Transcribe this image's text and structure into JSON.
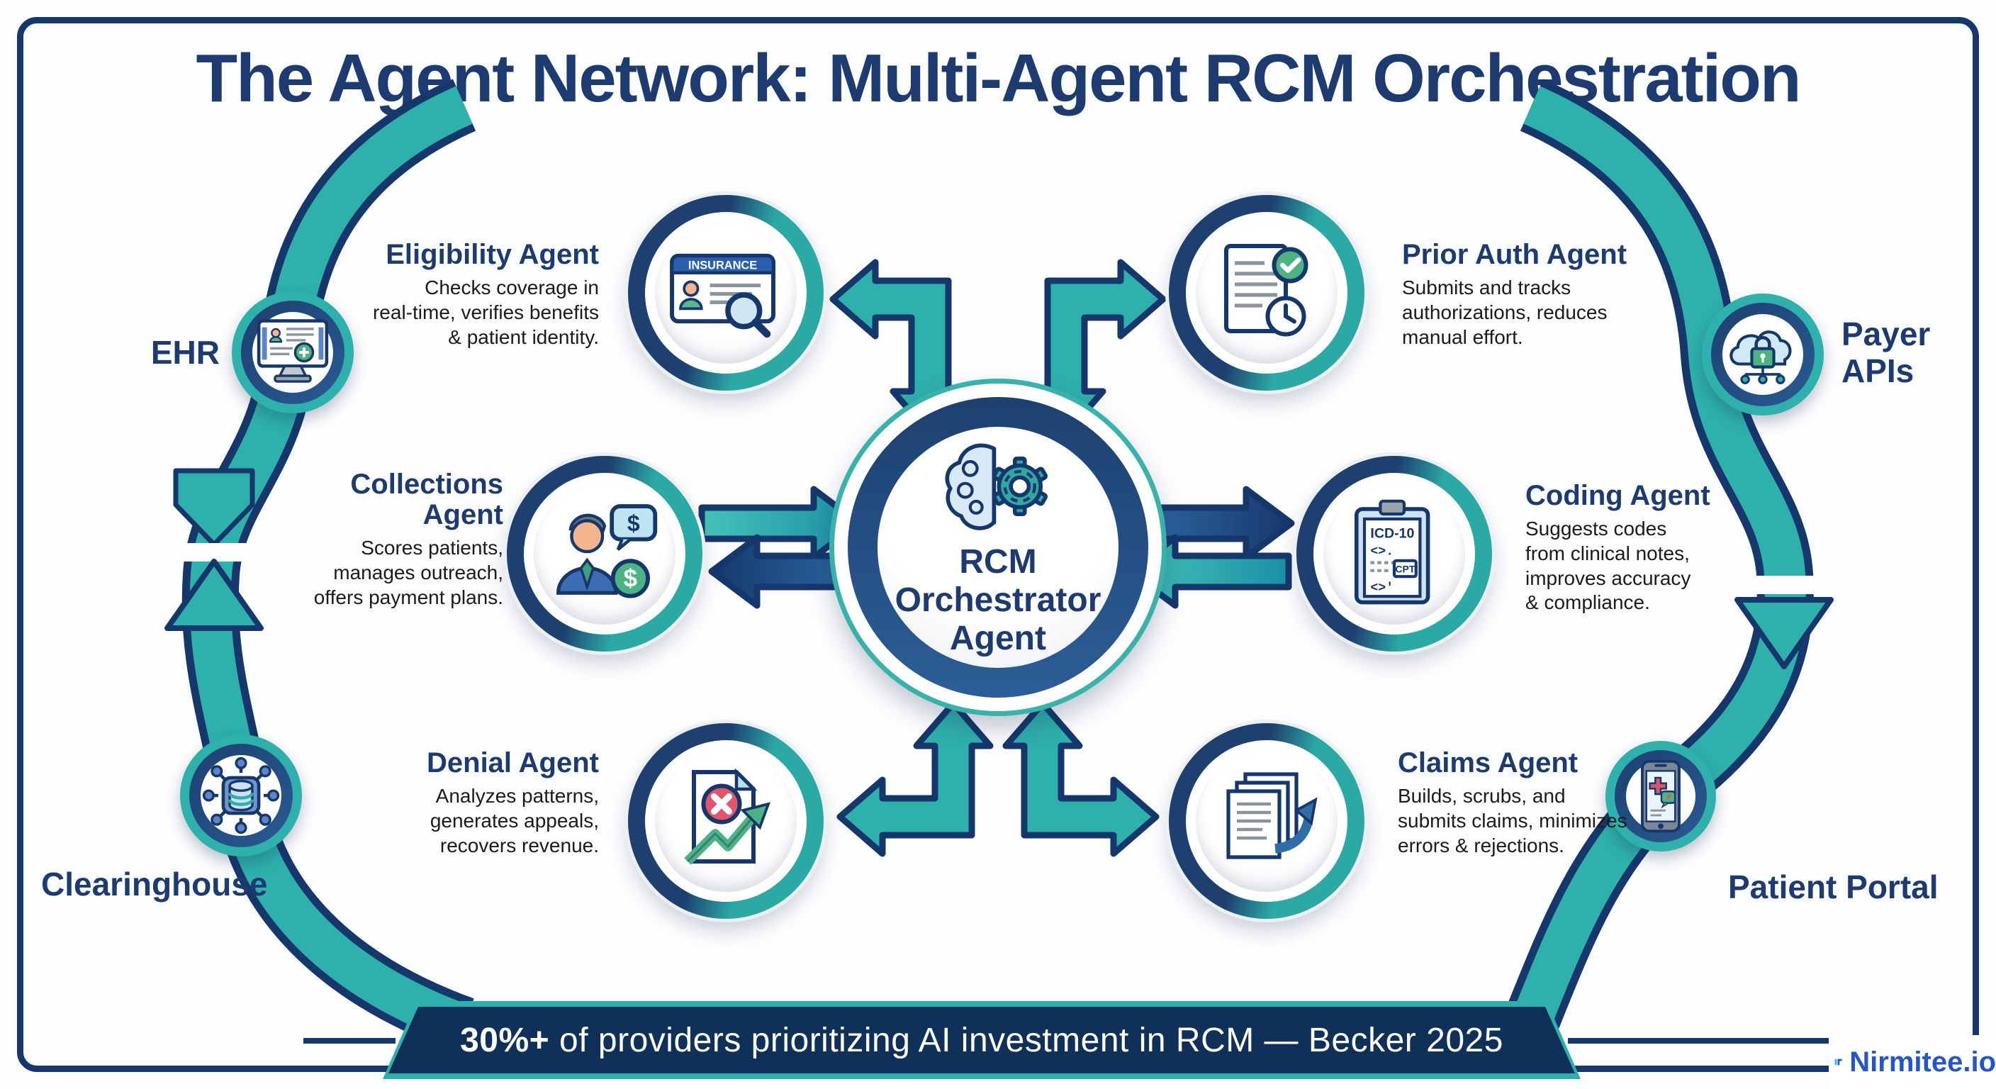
{
  "title": "The Agent Network: Multi-Agent RCM Orchestration",
  "center": {
    "label": "RCM Orchestrator Agent",
    "icon": "brain-gear-icon"
  },
  "agents": [
    {
      "id": "eligibility",
      "name": "Eligibility Agent",
      "description": "Checks coverage in\nreal-time, verifies benefits\n& patient identity.",
      "icon": "insurance-card-icon"
    },
    {
      "id": "prior-auth",
      "name": "Prior Auth Agent",
      "description": "Submits and tracks\nauthorizations, reduces\nmanual effort.",
      "icon": "document-check-clock-icon"
    },
    {
      "id": "collections",
      "name": "Collections\nAgent",
      "description": "Scores patients,\nmanages outreach,\noffers payment plans.",
      "icon": "person-payment-icon"
    },
    {
      "id": "coding",
      "name": "Coding Agent",
      "description": "Suggests codes\nfrom clinical notes,\nimproves accuracy\n& compliance.",
      "icon": "clipboard-codes-icon"
    },
    {
      "id": "denial",
      "name": "Denial Agent",
      "description": "Analyzes patterns,\ngenerates appeals,\nrecovers revenue.",
      "icon": "denied-document-chart-icon"
    },
    {
      "id": "claims",
      "name": "Claims Agent",
      "description": "Builds, scrubs, and\nsubmits claims, minimizes\nerrors & rejections.",
      "icon": "claims-stack-icon"
    }
  ],
  "externals": [
    {
      "id": "ehr",
      "label": "EHR",
      "icon": "ehr-monitor-icon"
    },
    {
      "id": "payer-apis",
      "label": "Payer\nAPIs",
      "icon": "cloud-lock-icon"
    },
    {
      "id": "clearinghouse",
      "label": "Clearinghouse",
      "icon": "database-network-icon"
    },
    {
      "id": "patient-portal",
      "label": "Patient Portal",
      "icon": "mobile-health-icon"
    }
  ],
  "icon_texts": {
    "insurance": "INSURANCE",
    "icd10": "ICD-10",
    "cpt": "CPT"
  },
  "banner": {
    "stat": "30%+",
    "text": " of providers prioritizing AI investment in RCM — Becker 2025"
  },
  "logo": {
    "text": "Nirmitee.io"
  },
  "colors": {
    "navy": "#15376c",
    "teal": "#2eb0ac",
    "hub_ring": "#1d4070",
    "banner_bg": "#0f3159",
    "title": "#1d3b70",
    "body_text": "#1b1b1b",
    "logo_blue": "#2457c5",
    "green": "#4db383",
    "red": "#e0566b",
    "light_blue": "#cfe9f8"
  }
}
